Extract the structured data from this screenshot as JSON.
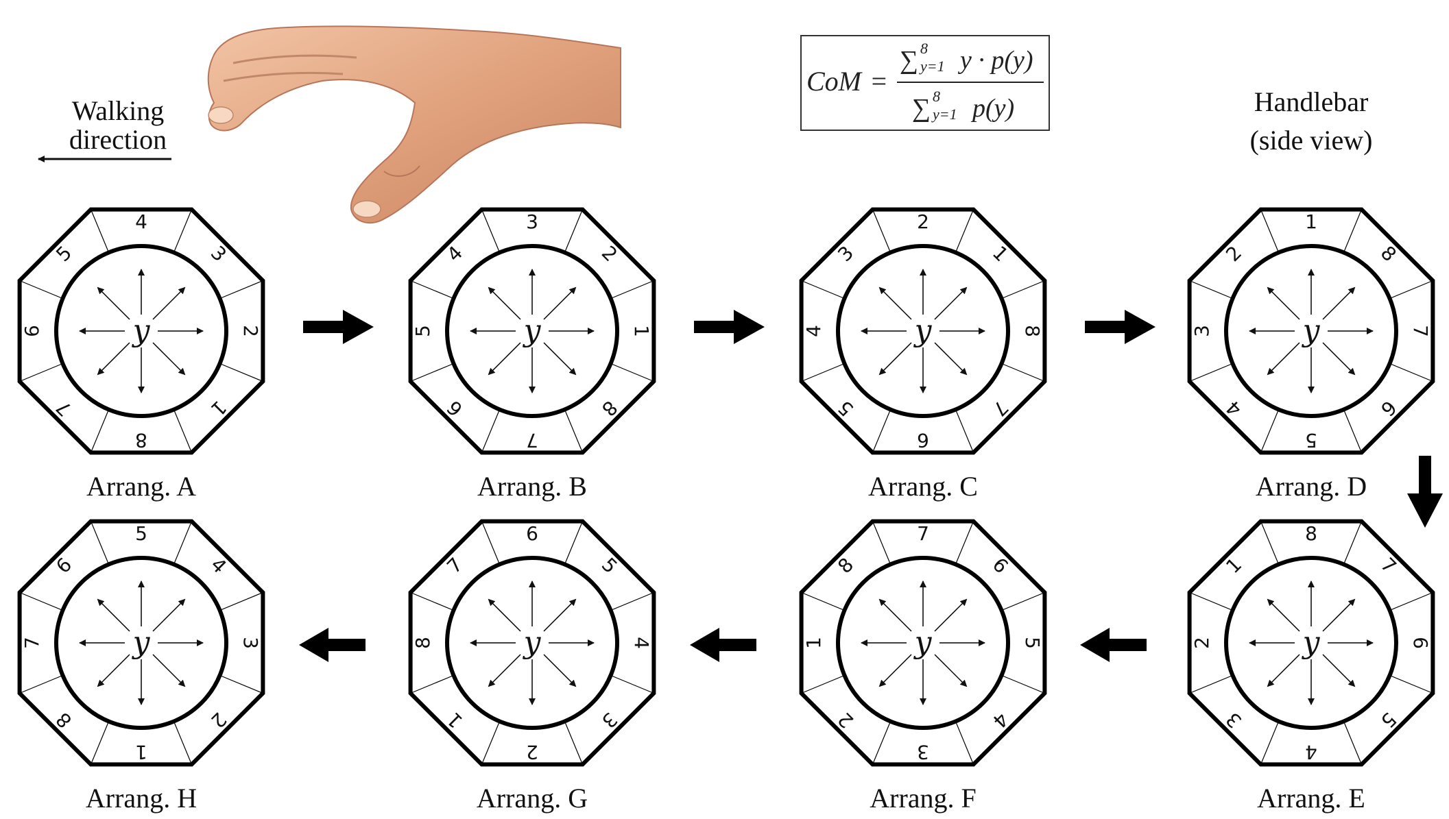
{
  "walking_direction": {
    "line1": "Walking",
    "line2": "direction"
  },
  "handlebar": {
    "line1": "Handlebar",
    "line2": "(side view)"
  },
  "formula": {
    "lhs": "CoM",
    "equals": "=",
    "sum": "∑",
    "upper": "8",
    "lower": "y=1",
    "numerator_body": "y · p(y)",
    "denominator_body": "p(y)"
  },
  "center_symbol": "y",
  "arrangements": [
    {
      "label": "Arrang. A",
      "top_number": 4
    },
    {
      "label": "Arrang. B",
      "top_number": 3
    },
    {
      "label": "Arrang. C",
      "top_number": 2
    },
    {
      "label": "Arrang. D",
      "top_number": 1
    },
    {
      "label": "Arrang. E",
      "top_number": 8
    },
    {
      "label": "Arrang. F",
      "top_number": 7
    },
    {
      "label": "Arrang. G",
      "top_number": 6
    },
    {
      "label": "Arrang. H",
      "top_number": 5
    }
  ]
}
